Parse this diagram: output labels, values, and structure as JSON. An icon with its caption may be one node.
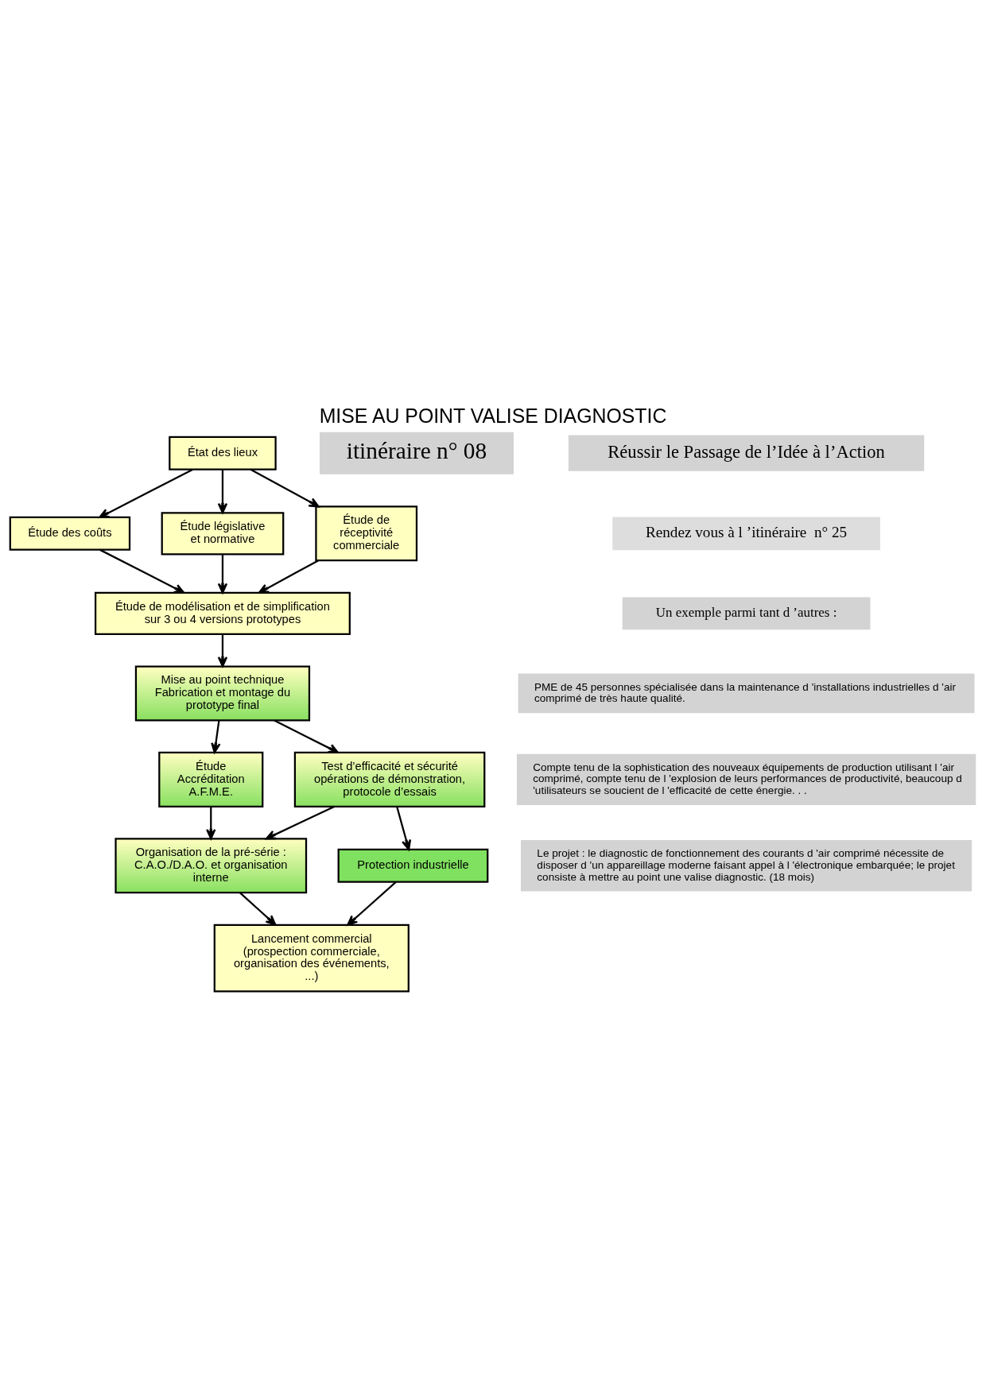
{
  "diagram": {
    "title": "MISE AU POINT VALISE DIAGNOSTIC",
    "nodes": [
      {
        "text": [
          "État des lieux"
        ]
      },
      {
        "text": [
          "Étude des coûts"
        ]
      },
      {
        "text": [
          "Étude législative et normative"
        ]
      },
      {
        "text": [
          "Étude de réceptivité commerciale"
        ]
      },
      {
        "text": [
          "Étude de modélisation et de simplification sur 3 ou 4 versions prototypes"
        ]
      },
      {
        "text": [
          "Mise au point technique Fabrication et montage du prototype final"
        ]
      },
      {
        "text": [
          "Étude Accréditation A.F.M.E."
        ]
      },
      {
        "text": [
          "Test d’efficacité et sécurité opérations de démonstration, protocole d’essais"
        ]
      },
      {
        "text": [
          "Organisation de la pré-série : C.A.O./D.A.O. et organisation interne"
        ]
      },
      {
        "text": [
          "Protection industrielle"
        ]
      },
      {
        "text": [
          "Lancement commercial (prospection commerciale, organisation des événements, ...)"
        ]
      }
    ],
    "edges": [
      {
        "from": 0,
        "to": 1,
        "arrow": "to"
      },
      {
        "from": 0,
        "to": 2,
        "arrow": "to"
      },
      {
        "from": 0,
        "to": 3,
        "arrow": "to"
      },
      {
        "from": 1,
        "to": 4,
        "arrow": "to"
      },
      {
        "from": 2,
        "to": 4,
        "arrow": "to"
      },
      {
        "from": 3,
        "to": 4,
        "arrow": "to"
      },
      {
        "from": 4,
        "to": 5,
        "arrow": "to"
      },
      {
        "from": 5,
        "to": 6,
        "arrow": "to"
      },
      {
        "from": 5,
        "to": 7,
        "arrow": "to"
      },
      {
        "from": 6,
        "to": 8,
        "arrow": "to"
      },
      {
        "from": 7,
        "to": 8,
        "arrow": "to"
      },
      {
        "from": 7,
        "to": 9,
        "arrow": "to"
      },
      {
        "from": 8,
        "to": 10,
        "arrow": "to"
      },
      {
        "from": 9,
        "to": 10,
        "arrow": "to"
      }
    ],
    "labels": [
      "itinéraire n° 08",
      "Réussir le Passage de l’Idée à l’Action",
      "Rendez vous à l ’itinéraire  n° 25",
      "Un exemple parmi tant d ’autres :",
      "PME de 45 personnes spécialisée dans la maintenance d 'installations industrielles d 'air comprimé de très haute qualité.",
      "Compte tenu de la sophistication des nouveaux équipements de production utilisant l 'air comprimé, compte tenu de l 'explosion de leurs performances de productivité, beaucoup d 'utilisateurs se soucient de l 'efficacité de cette énergie. . .",
      "Le projet : le diagnostic de fonctionnement des courants d 'air comprimé nécessite de disposer d 'un appareillage moderne faisant appel à l 'électronique embarquée; le projet consiste à mettre au point une valise diagnostic. (18 mois)"
    ]
  }
}
